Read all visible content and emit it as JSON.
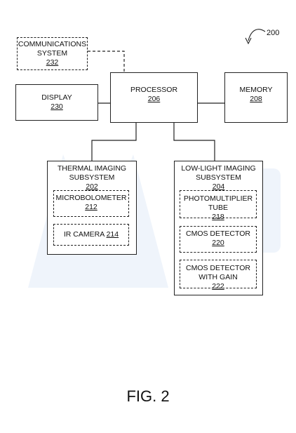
{
  "figure_label": "FIG. 2",
  "figure_ref": "200",
  "communications": {
    "name": "COMMUNICATIONS SYSTEM",
    "ref": "232"
  },
  "display": {
    "name": "DISPLAY",
    "ref": "230"
  },
  "processor": {
    "name": "PROCESSOR",
    "ref": "206"
  },
  "memory": {
    "name": "MEMORY",
    "ref": "208"
  },
  "thermal": {
    "name": "THERMAL IMAGING SUBSYSTEM",
    "ref": "202",
    "microbolometer": {
      "name": "MICROBOLOMETER",
      "ref": "212"
    },
    "ir_camera": {
      "name": "IR CAMERA",
      "ref": "214"
    }
  },
  "lowlight": {
    "name": "LOW-LIGHT IMAGING SUBSYSTEM",
    "ref": "204",
    "pmt": {
      "name": "PHOTOMULTIPLIER TUBE",
      "ref": "218"
    },
    "cmos": {
      "name": "CMOS DETECTOR",
      "ref": "220"
    },
    "cmos_gain": {
      "name": "CMOS DETECTOR WITH GAIN",
      "ref": "222"
    }
  }
}
